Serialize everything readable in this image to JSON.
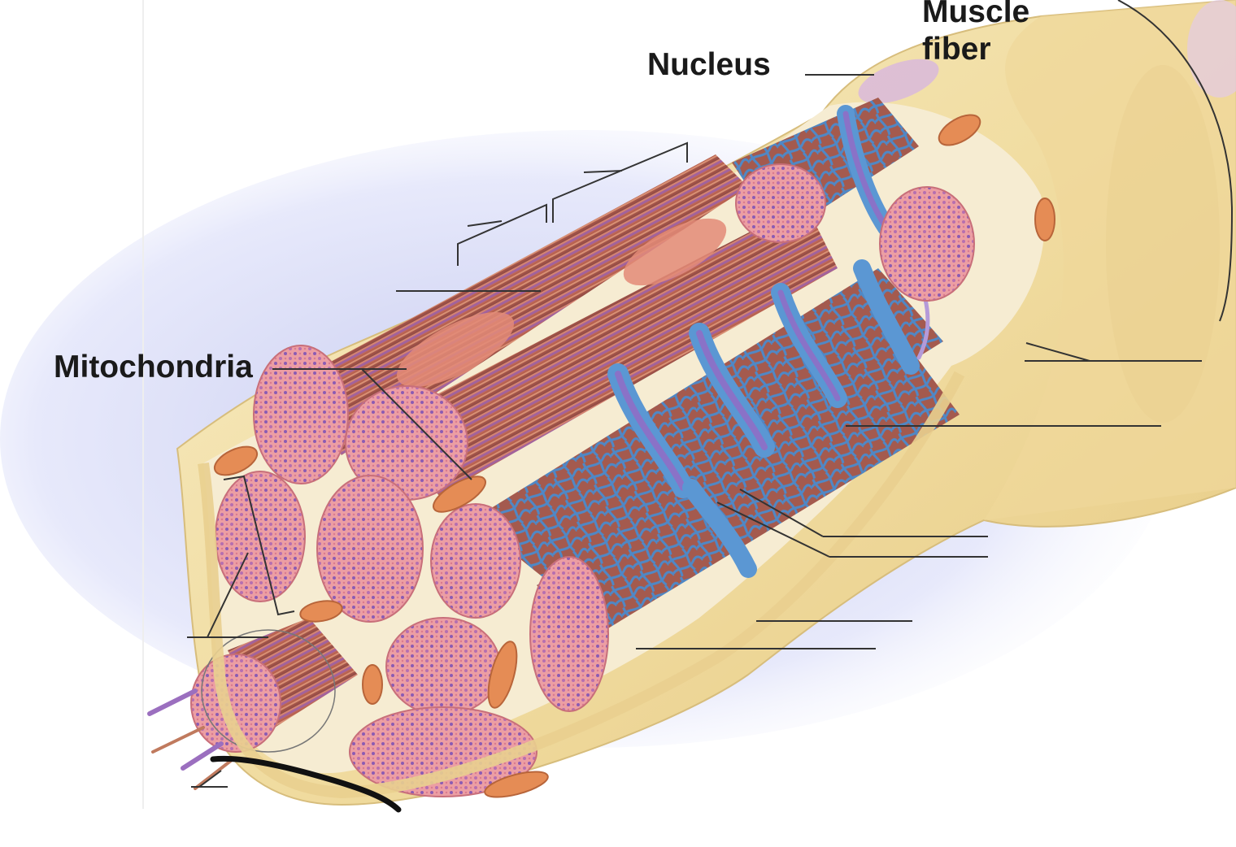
{
  "labels": {
    "nucleus": "Nucleus",
    "muscle_fiber_line1": "Muscle",
    "muscle_fiber_line2": "fiber",
    "mitochondria": "Mitochondria"
  },
  "colors": {
    "sarcolemma": "#f1dda2",
    "myofibril": "#c9745f",
    "myofibril_band": "#9b5fa6",
    "fibril_end": "#e79fa0",
    "sarcoplasmic_reticulum": "#4f88c6",
    "t_tubule": "#7b6fc0",
    "mitochondria": "#e58c55",
    "leader_line": "#333333",
    "pen_mark": "#111111"
  }
}
